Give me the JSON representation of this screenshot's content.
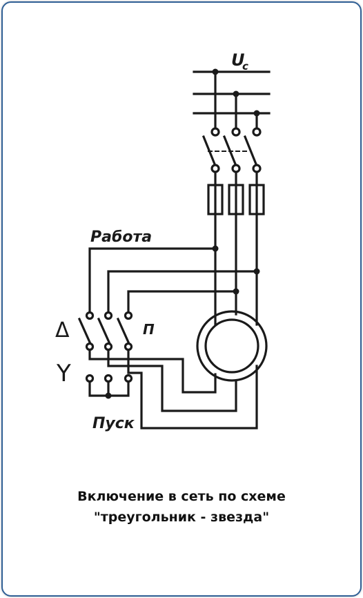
{
  "diagram": {
    "supply_label": "U",
    "supply_subscript": "c",
    "run_label": "Работа",
    "start_label": "Пуск",
    "switch_label": "П",
    "delta_symbol": "Δ",
    "star_symbol": "Y"
  },
  "caption": {
    "line1": "Включение в сеть по схеме",
    "line2": "\"треугольник - звезда\""
  },
  "colors": {
    "frame": "#2f5f95",
    "ink": "#1a1a1a"
  }
}
